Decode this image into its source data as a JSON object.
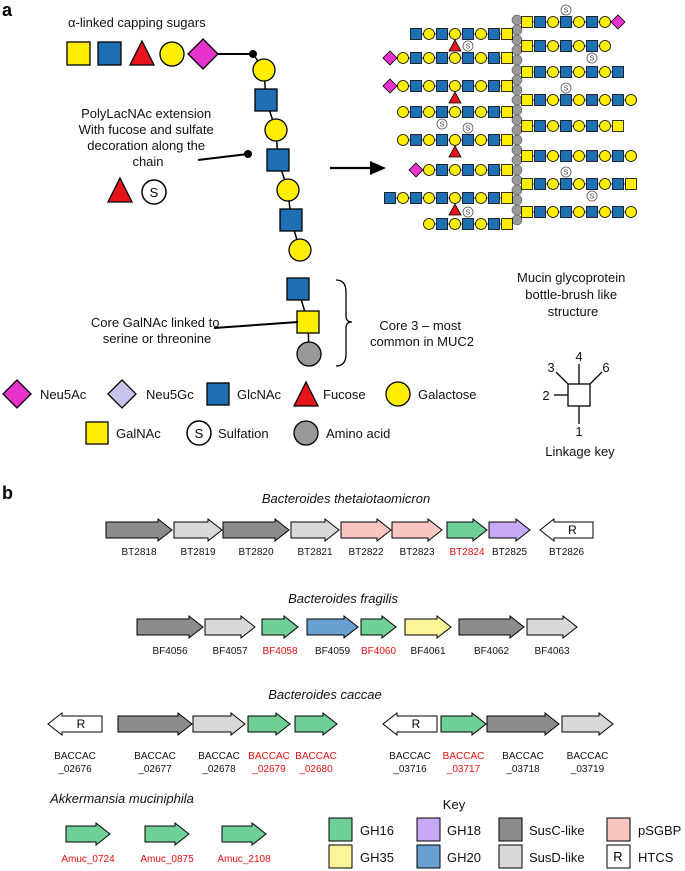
{
  "panel_a": {
    "label": "a",
    "capping_title": "α-linked capping sugars",
    "polylac_lines": [
      "PolyLacNAc extension",
      "With fucose and sulfate",
      "decoration along the",
      "chain"
    ],
    "core_lines": [
      "Core GalNAc linked to",
      "serine or threonine"
    ],
    "core3_lines": [
      "Core 3 – most",
      "common in MUC2"
    ],
    "mucin_lines": [
      "Mucin glycoprotein",
      "bottle-brush like",
      "structure"
    ],
    "sulfation_symbol": "S",
    "legend": {
      "neu5ac": "Neu5Ac",
      "neu5gc": "Neu5Gc",
      "glcnac": "GlcNAc",
      "fucose": "Fucose",
      "galactose": "Galactose",
      "galnac": "GalNAc",
      "sulfation": "Sulfation",
      "amino_acid": "Amino acid"
    },
    "linkage": {
      "n3": "3",
      "n4": "4",
      "n6": "6",
      "n2": "2",
      "n1": "1",
      "title": "Linkage key"
    },
    "colors": {
      "yellow": "#ffee00",
      "blue": "#1f6fb4",
      "red": "#e8141b",
      "magenta": "#e633cc",
      "lavender": "#c9c4ec",
      "gray": "#999999"
    }
  },
  "panel_b": {
    "label": "b",
    "species_bt": "Bacteroides thetaiotaomicron",
    "species_bf": "Bacteroides fragilis",
    "species_bc": "Bacteroides caccae",
    "species_am": "Akkermansia muciniphila",
    "bt": [
      "BT2818",
      "BT2819",
      "BT2820",
      "BT2821",
      "BT2822",
      "BT2823",
      "BT2824",
      "BT2825",
      "BT2826"
    ],
    "bf": [
      "BF4056",
      "BF4057",
      "BF4058",
      "BF4059",
      "BF4060",
      "BF4061",
      "BF4062",
      "BF4063"
    ],
    "bc1": [
      [
        "BACCAC",
        "_02676"
      ],
      [
        "BACCAC",
        "_02677"
      ],
      [
        "BACCAC",
        "_02678"
      ],
      [
        "BACCAC",
        "_02679"
      ],
      [
        "BACCAC",
        "_02680"
      ]
    ],
    "bc2": [
      [
        "BACCAC",
        "_03716"
      ],
      [
        "BACCAC",
        "_03717"
      ],
      [
        "BACCAC",
        "_03718"
      ],
      [
        "BACCAC",
        "_03719"
      ]
    ],
    "am": [
      "Amuc_0724",
      "Amuc_0875",
      "Amuc_2108"
    ],
    "r_symbol": "R",
    "key": {
      "title": "Key",
      "gh16": "GH16",
      "gh18": "GH18",
      "susc": "SusC-like",
      "psgbp": "pSGBP",
      "gh35": "GH35",
      "gh20": "GH20",
      "susd": "SusD-like",
      "htcs": "HTCS"
    },
    "gene_colors": {
      "gh16": "#6fcf97",
      "gh18": "#c7a8f5",
      "gh20": "#6a9fd1",
      "gh35": "#fbf59a",
      "susc": "#8c8c8c",
      "susd": "#d9d9d9",
      "psgbp": "#f9c6c1",
      "htcs": "#ffffff",
      "highlight_text": "#e01010"
    }
  }
}
